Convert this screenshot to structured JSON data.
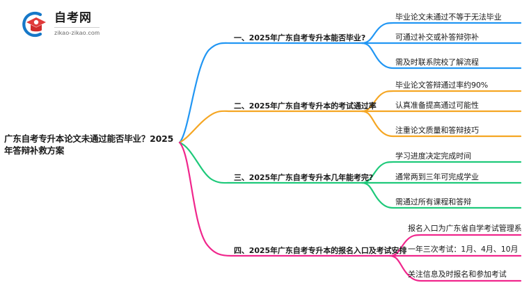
{
  "logo": {
    "name_cn": "自考网",
    "url": "zikao-zikao.com",
    "mark_icon": "graduation-cap-icon",
    "arc_color": "#1678c8",
    "cap_color": "#e03a3a"
  },
  "center": {
    "title": "广东自考专升本论文未通过能否毕业？2025年答辩补救方案"
  },
  "branches": [
    {
      "id": "branch-1",
      "label": "一、2025年广东自考专升本能否毕业?",
      "color": "#2196f3",
      "leaves": [
        "毕业论文未通过不等于无法毕业",
        "可通过补交或补答辩弥补",
        "需及时联系院校了解流程"
      ]
    },
    {
      "id": "branch-2",
      "label": "二、2025年广东自考专升本的考试通过率",
      "color": "#f5a623",
      "leaves": [
        "毕业论文答辩通过率约90%",
        "认真准备提高通过可能性",
        "注重论文质量和答辩技巧"
      ]
    },
    {
      "id": "branch-3",
      "label": "三、2025年广东自考专升本几年能考完?",
      "color": "#1ec97a",
      "leaves": [
        "学习进度决定完成时间",
        "通常两到三年可完成学业",
        "需通过所有课程和答辩"
      ]
    },
    {
      "id": "branch-4",
      "label": "四、2025年广东自考专升本的报名入口及考试安排",
      "color": "#f0268c",
      "leaves": [
        "报名入口为广东省自学考试管理系统",
        "一年三次考试：1月、4月、10月",
        "关注信息及时报名和参加考试"
      ]
    }
  ]
}
